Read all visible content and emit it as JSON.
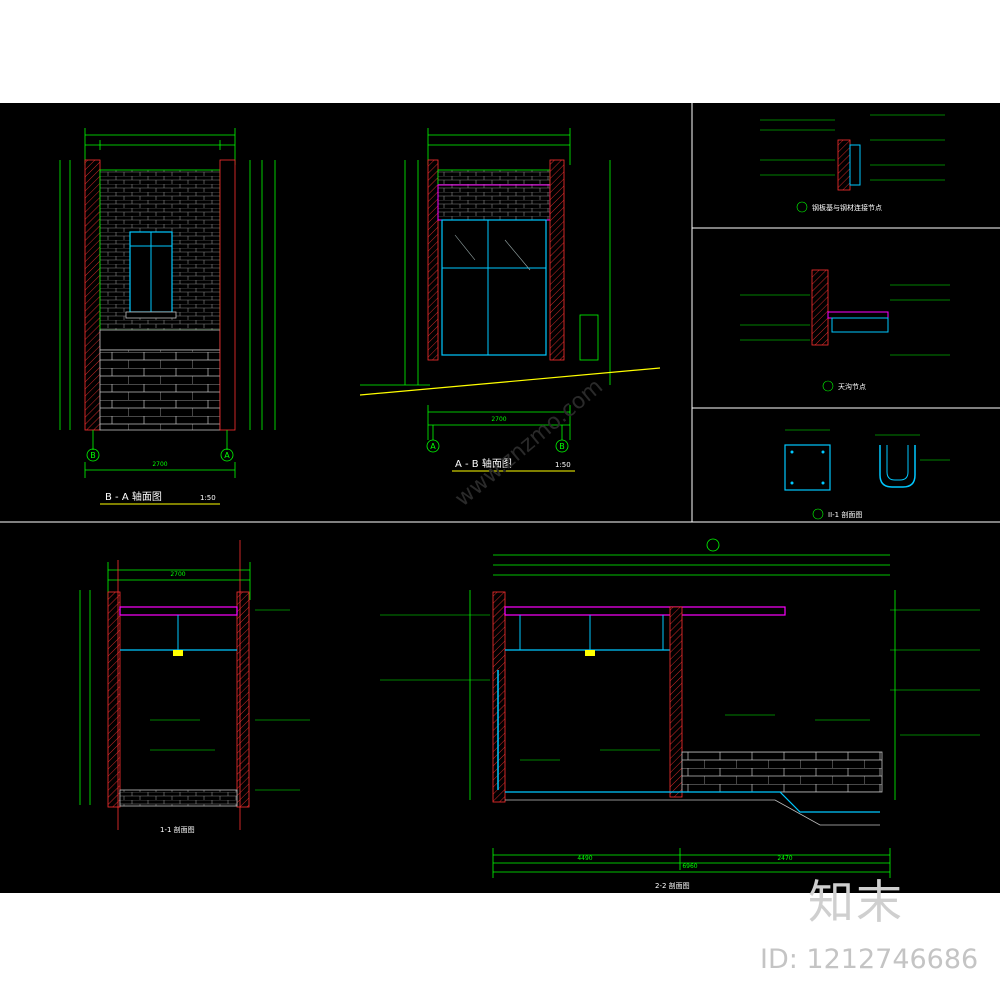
{
  "titles": {
    "elev_ba": "B - A 轴面图",
    "elev_ba_scale": "1:50",
    "elev_ab": "A - B 轴面图",
    "elev_ab_scale": "1:50",
    "detail_2": "钢板基与钢材连接节点",
    "detail_3": "天沟节点",
    "detail_1": "II-1 剖面图",
    "section_11": "1-1 剖面图",
    "section_22": "2-2 剖面图"
  },
  "axes": {
    "A": "A",
    "B": "B"
  },
  "dims": {
    "elev_ba_total": "2700",
    "elev_ab_total": "2700",
    "sec11_total": "2700",
    "sec22_total": "6960",
    "sec22_left": "4490",
    "sec22_right": "2470"
  },
  "watermark": {
    "logo": "知末",
    "id": "ID: 1212746686",
    "url": "www.znzmo.com"
  },
  "colors": {
    "background": "#000000",
    "page": "#ffffff",
    "dim": "#00ff00",
    "wall": "#00c8ff",
    "brick": "#c8c8c8",
    "magenta": "#ff00ff",
    "red": "#ff2020",
    "yellow": "#ffff00",
    "white": "#ffffff"
  }
}
